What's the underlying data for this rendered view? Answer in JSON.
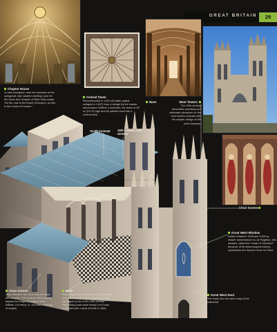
{
  "header": {
    "title": "GREAT BRITAIN",
    "page_number": "29"
  },
  "captions": {
    "chapter_house": {
      "title": "Chapter House",
      "body": "A Latin inscription near the entrance of the octagonal, star-vaulted meeting room for the Dean and Chapter (1260s–80s) reads, “As the rose is the flower of flowers, so this is the house of houses.”"
    },
    "central_tower": {
      "title": "Central Tower",
      "body": "Reconstructed in 1420–65 (after partial collapse in 1407) from a design by the master stonemason William Colchester, the tower is 60 m (197 ft) high and its painted vault has a central boss."
    },
    "nave": {
      "title": "Nave"
    },
    "west_towers": {
      "title": "West Towers",
      "body": "The 15th-century decorative panelling and elaborate pinnacles on the west towers contrast with the simpler design of the north transept."
    },
    "choir_screen": {
      "title": "Choir Screen"
    },
    "great_west_window": {
      "title": "Great West Window",
      "body": "Added between 1338 and 1339 by master stonemason Ivo de Raghton, this window, called the “Heart of Yorkshire” because of its heart-shaped tracery, symbolizes the Sacred Heart of Christ."
    },
    "choir_screen_lower": {
      "title": "Choir Screen",
      "body": "Sited between the choir and the nave, the beautiful 15th-century stone screen depicts the kings of England from William I to Henry VI, and has a canopy of angels."
    },
    "nave_lower": {
      "title": "Nave",
      "body": "Work began on the nave in 1291 and was completed in the 1350s. It was severely damaged by fire in the 19th century. Rebuilding costs were heavy, but it was reopened with a peal of bells in 1844."
    },
    "great_west_door": {
      "title": "Great West Door",
      "body": "The leads into the nave body of the cathedral."
    }
  },
  "labels": {
    "south_transept": "South transept",
    "rose_window": "16th-century rose window"
  },
  "colors": {
    "accent": "#9ad13d",
    "page_number_bg": "#8bb83b",
    "background": "#141312"
  }
}
